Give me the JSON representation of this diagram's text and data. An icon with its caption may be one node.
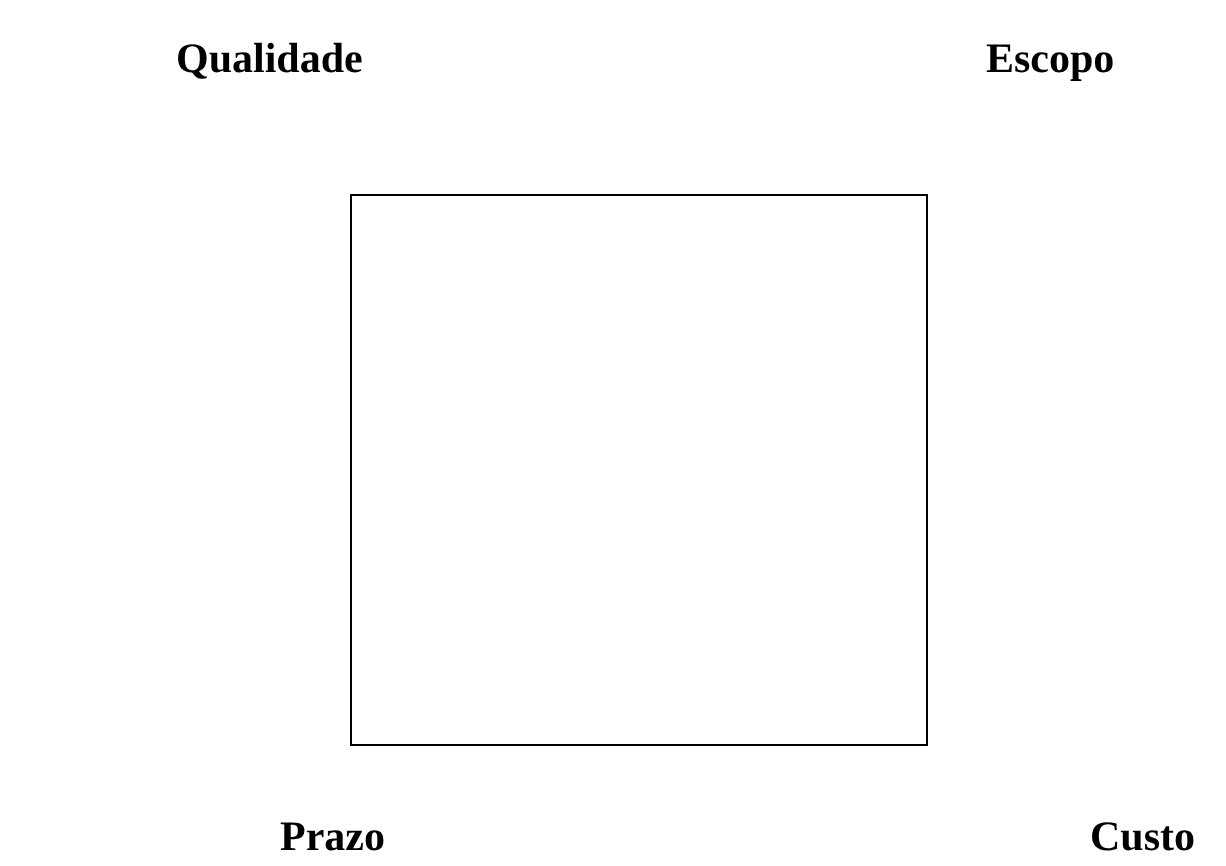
{
  "diagram": {
    "nodes": [
      {
        "text": [],
        "shape": "box"
      }
    ],
    "edges": [],
    "labels": [
      "Qualidade",
      "Escopo",
      "Prazo",
      "Custo"
    ]
  }
}
